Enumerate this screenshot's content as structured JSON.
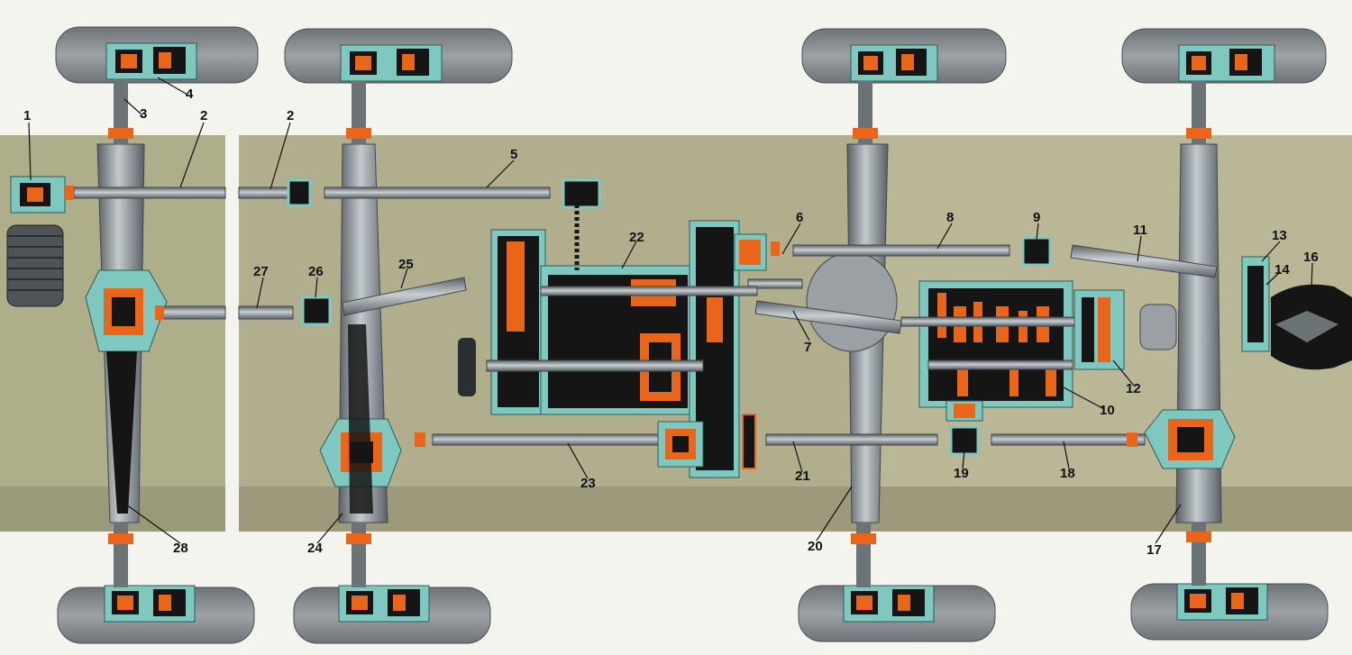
{
  "labels": {
    "l1": "1",
    "l2a": "2",
    "l2b": "2",
    "l3": "3",
    "l4": "4",
    "l5": "5",
    "l6": "6",
    "l7": "7",
    "l8": "8",
    "l9": "9",
    "l10": "10",
    "l11": "11",
    "l12": "12",
    "l13": "13",
    "l14": "14",
    "l16": "16",
    "l17": "17",
    "l18": "18",
    "l19": "19",
    "l20": "20",
    "l21": "21",
    "l22": "22",
    "l23": "23",
    "l24": "24",
    "l25": "25",
    "l26": "26",
    "l27": "27",
    "l28": "28"
  },
  "colors": {
    "background": "#f4f4ef",
    "panel": "#aeae8a",
    "panel_dark": "#9a9a78",
    "steel": "#8e969c",
    "steel_dark": "#5f666c",
    "tire": "#8a8f93",
    "housing": "#7ec8c0",
    "gear_orange": "#e8651a",
    "gear_black": "#151515"
  }
}
